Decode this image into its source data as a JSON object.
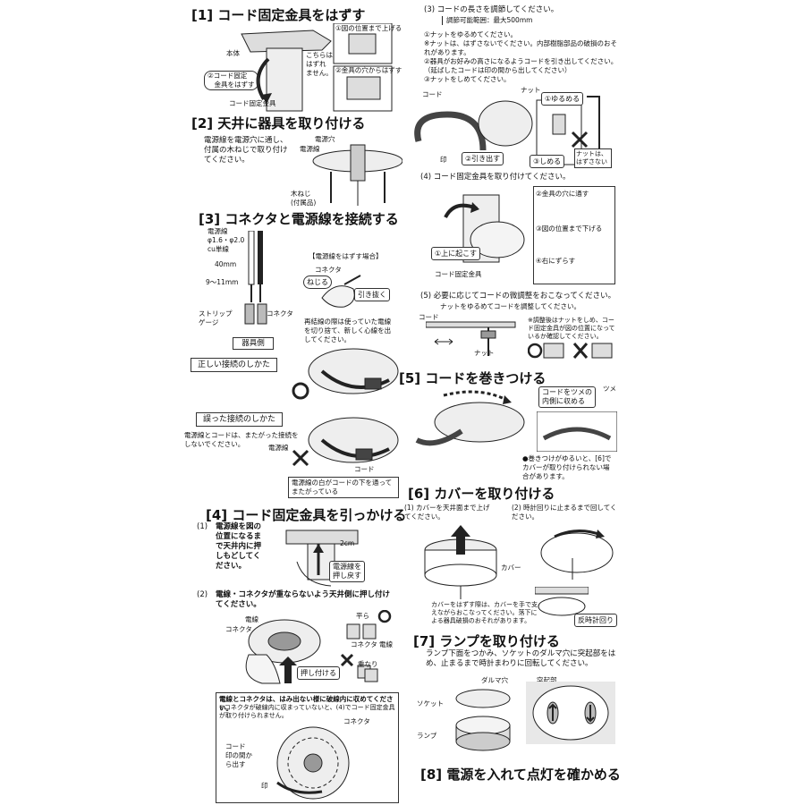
{
  "left": {
    "s1": {
      "title": "[1] コード固定金具をはずす",
      "body_label": "本体",
      "remove_label": "②コード固定\n　金具をはずす",
      "bracket_label": "コード固定金具",
      "step1_label": "①図の位置まで上げる",
      "step2_label": "②金具の穴からはずす",
      "note": "こちらは\nはずれ\nません。"
    },
    "s2": {
      "title": "[2] 天井に器具を取り付ける",
      "text": "電源線を電源穴に通し、付属の木ねじで取り付けてください。",
      "hole_label": "電源穴",
      "wire_label": "電源線",
      "screw_label": "木ねじ\n(付属品)"
    },
    "s3": {
      "title": "[3] コネクタと電源線を接続する",
      "wire_label": "電源線\nφ1.6・φ2.0\ncu単線",
      "dim_40": "40mm",
      "dim_911": "9～11mm",
      "strip_label": "ストリップ\nゲージ",
      "connector_label": "コネクタ",
      "fixture_side": "器具側",
      "remove_title": "【電源線をはずす場合】",
      "connector2": "コネクタ",
      "twist": "ねじる",
      "pull": "引き抜く",
      "reconnect_note": "再結線の際は使っていた電線を切り捨て、新しく心線を出してください。",
      "correct_label": "正しい接続のしかた",
      "wrong_label": "誤った接続のしかた",
      "wrong_text": "電源線とコードは、またがった接続をしないでください。",
      "power_line": "電源線",
      "cord": "コード",
      "wrong_callout": "電源線の白がコードの下を通ってまたがっている"
    },
    "s4": {
      "title": "[4] コード固定金具を引っかける",
      "step1": "(1)",
      "step1_text": "電源線を図の位置になるまで天井内に押しもどしてください。",
      "dim_2cm": "2cm",
      "push_back": "電源線を\n押し戻す",
      "step2": "(2)",
      "step2_text": "電線・コネクタが重ならないよう天井側に押し付けてください。",
      "wire": "電線",
      "connector": "コネクタ",
      "flat": "平ら",
      "overlap": "重なり",
      "push": "押し付ける",
      "elec": "電線",
      "note_title": "電線とコネクタは、はみ出ない様に破線内に収めてください。",
      "note_sub": "※コネクタが破線内に収まっていないと、(4)でコード固定金具が取り付けられません。",
      "connector3": "コネクタ",
      "cord_mark": "コード\n印の間か\nら出す",
      "mark": "印"
    }
  },
  "right": {
    "s3x": {
      "title": "(3) コードの長さを調節してください。",
      "range": "調節可能範囲：最大500mm",
      "l1": "①ナットをゆるめてください。",
      "l2": "※ナットは、はずさないでください。内部樹脂部品の破損のおそれがあります。",
      "l3": "②器具がお好みの高さになるようコードを引き出してください。",
      "l4": "（延ばしたコードは印の間から出してください）",
      "l5": "③ナットをしめてください。",
      "cord": "コード",
      "nut": "ナット",
      "loosen": "①ゆるめる",
      "pull": "②引き出す",
      "tighten": "③しめる",
      "mark": "印",
      "nut_note": "ナットは、\nはずさない"
    },
    "s4x": {
      "title": "(4) コード固定金具を取り付けてください。",
      "through": "②金具の穴に通す",
      "lower": "③図の位置まで下げる",
      "right": "④右にずらす",
      "up": "①上に起こす",
      "bracket": "コード固定金具"
    },
    "s5x": {
      "title": "(5) 必要に応じてコードの微調整をおこなってください。",
      "sub": "ナットをゆるめてコードを調整してください。",
      "cord": "コード",
      "nut": "ナット",
      "note": "※調整後はナットをしめ、コード固定金具が図の位置になっているか確認してください。"
    },
    "s5": {
      "title": "[5] コードを巻きつける",
      "claw": "ツメ",
      "callout": "コードをツメの\n内側に収める",
      "note": "●巻きつけがゆるいと、[6]でカバーが取り付けられない場合があります。"
    },
    "s6": {
      "title": "[6] カバーを取り付ける",
      "step1": "(1) カバーを天井面まで上げてください。",
      "step2": "(2) 時計回りに止まるまで回してください。",
      "cover": "カバー",
      "remove_note": "カバーをはずす際は、カバーを手で支えながらおこなってください。落下による器具破損のおそれがあります。",
      "ccw": "反時計回り"
    },
    "s7": {
      "title": "[7] ランプを取り付ける",
      "text": "ランプ下面をつかみ、ソケットのダルマ穴に突起部をはめ、止まるまで時計まわりに回転してください。",
      "daruma": "ダルマ穴",
      "bump": "突起部",
      "socket": "ソケット",
      "lamp": "ランプ"
    },
    "s8": {
      "title": "[8] 電源を入れて点灯を確かめる"
    }
  },
  "colors": {
    "ink": "#111111",
    "gray": "#d8d8d8",
    "light": "#eeeeee"
  }
}
